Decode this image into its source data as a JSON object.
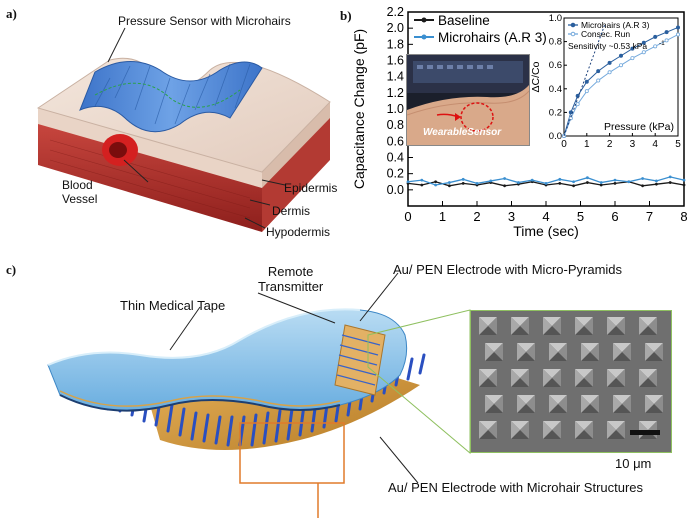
{
  "panel_a": {
    "label": "a)",
    "title": "Pressure Sensor with Microhairs",
    "layers": [
      "Epidermis",
      "Dermis",
      "Hypodermis"
    ],
    "vessel_label_line1": "Blood",
    "vessel_label_line2": "Vessel"
  },
  "panel_b": {
    "label": "b)",
    "inset_photo_caption": "WearableSensor"
  },
  "panel_c": {
    "label": "c)",
    "tape": "Thin Medical Tape",
    "transmitter_line1": "Remote",
    "transmitter_line2": "Transmitter",
    "top_electrode": "Au/ PEN Electrode with Micro-Pyramids",
    "bottom_electrode": "Au/ PEN Electrode with Microhair Structures",
    "scale_bar": "10 μm"
  },
  "chart_data": [
    {
      "type": "line",
      "ylabel": "Capacitance Change (pF)",
      "xlabel": "Time (sec)",
      "xlim": [
        0,
        8
      ],
      "ylim": [
        -0.2,
        2.2
      ],
      "x_ticks": [
        "0",
        "1",
        "2",
        "3",
        "4",
        "5",
        "6",
        "7",
        "8"
      ],
      "y_ticks": [
        "0.0",
        "0.2",
        "0.4",
        "0.6",
        "0.8",
        "1.0",
        "1.2",
        "1.4",
        "1.6",
        "1.8",
        "2.0",
        "2.2"
      ],
      "legend_position": "top-left",
      "series": [
        {
          "name": "Baseline",
          "color": "#1a1a1a",
          "x": [
            0,
            0.4,
            0.8,
            1.2,
            1.6,
            2.0,
            2.4,
            2.8,
            3.2,
            3.6,
            4.0,
            4.4,
            4.8,
            5.2,
            5.6,
            6.0,
            6.4,
            6.8,
            7.2,
            7.6,
            8.0
          ],
          "y": [
            0.08,
            0.06,
            0.1,
            0.05,
            0.08,
            0.06,
            0.09,
            0.05,
            0.07,
            0.1,
            0.06,
            0.08,
            0.05,
            0.09,
            0.06,
            0.08,
            0.1,
            0.05,
            0.07,
            0.09,
            0.06
          ]
        },
        {
          "name": "Microhairs (A.R 3)",
          "color": "#3a8fd0",
          "x": [
            0,
            0.4,
            0.8,
            1.2,
            1.6,
            2.0,
            2.4,
            2.8,
            3.2,
            3.6,
            4.0,
            4.4,
            4.8,
            5.2,
            5.6,
            6.0,
            6.4,
            6.8,
            7.2,
            7.6,
            8.0
          ],
          "y": [
            0.1,
            0.12,
            0.06,
            0.09,
            0.13,
            0.08,
            0.11,
            0.14,
            0.09,
            0.12,
            0.08,
            0.13,
            0.1,
            0.15,
            0.09,
            0.12,
            0.1,
            0.14,
            0.11,
            0.16,
            0.12
          ]
        }
      ]
    },
    {
      "type": "line",
      "ylabel": "ΔC/Co",
      "xlabel": "Pressure (kPa)",
      "xlim": [
        0,
        5
      ],
      "ylim": [
        0,
        1.0
      ],
      "x_ticks": [
        "0",
        "1",
        "2",
        "3",
        "4",
        "5"
      ],
      "y_ticks": [
        "0.0",
        "0.2",
        "0.4",
        "0.6",
        "0.8",
        "1.0"
      ],
      "annotation": "Sensitivity ~0.53 kPa",
      "annotation_sup": "-1",
      "legend_position": "top",
      "series": [
        {
          "name": "Microhairs (A.R 3)",
          "color": "#2a5f9e",
          "x": [
            0,
            0.3,
            0.6,
            1.0,
            1.5,
            2.0,
            2.5,
            3.0,
            3.5,
            4.0,
            4.5,
            5.0
          ],
          "y": [
            0,
            0.2,
            0.34,
            0.46,
            0.55,
            0.62,
            0.68,
            0.74,
            0.79,
            0.84,
            0.88,
            0.92
          ]
        },
        {
          "name": "Consec. Run",
          "color": "#74a9dc",
          "x": [
            0,
            0.3,
            0.6,
            1.0,
            1.5,
            2.0,
            2.5,
            3.0,
            3.5,
            4.0,
            4.5,
            5.0
          ],
          "y": [
            0,
            0.15,
            0.27,
            0.38,
            0.47,
            0.54,
            0.6,
            0.66,
            0.71,
            0.76,
            0.81,
            0.86
          ]
        }
      ]
    }
  ]
}
